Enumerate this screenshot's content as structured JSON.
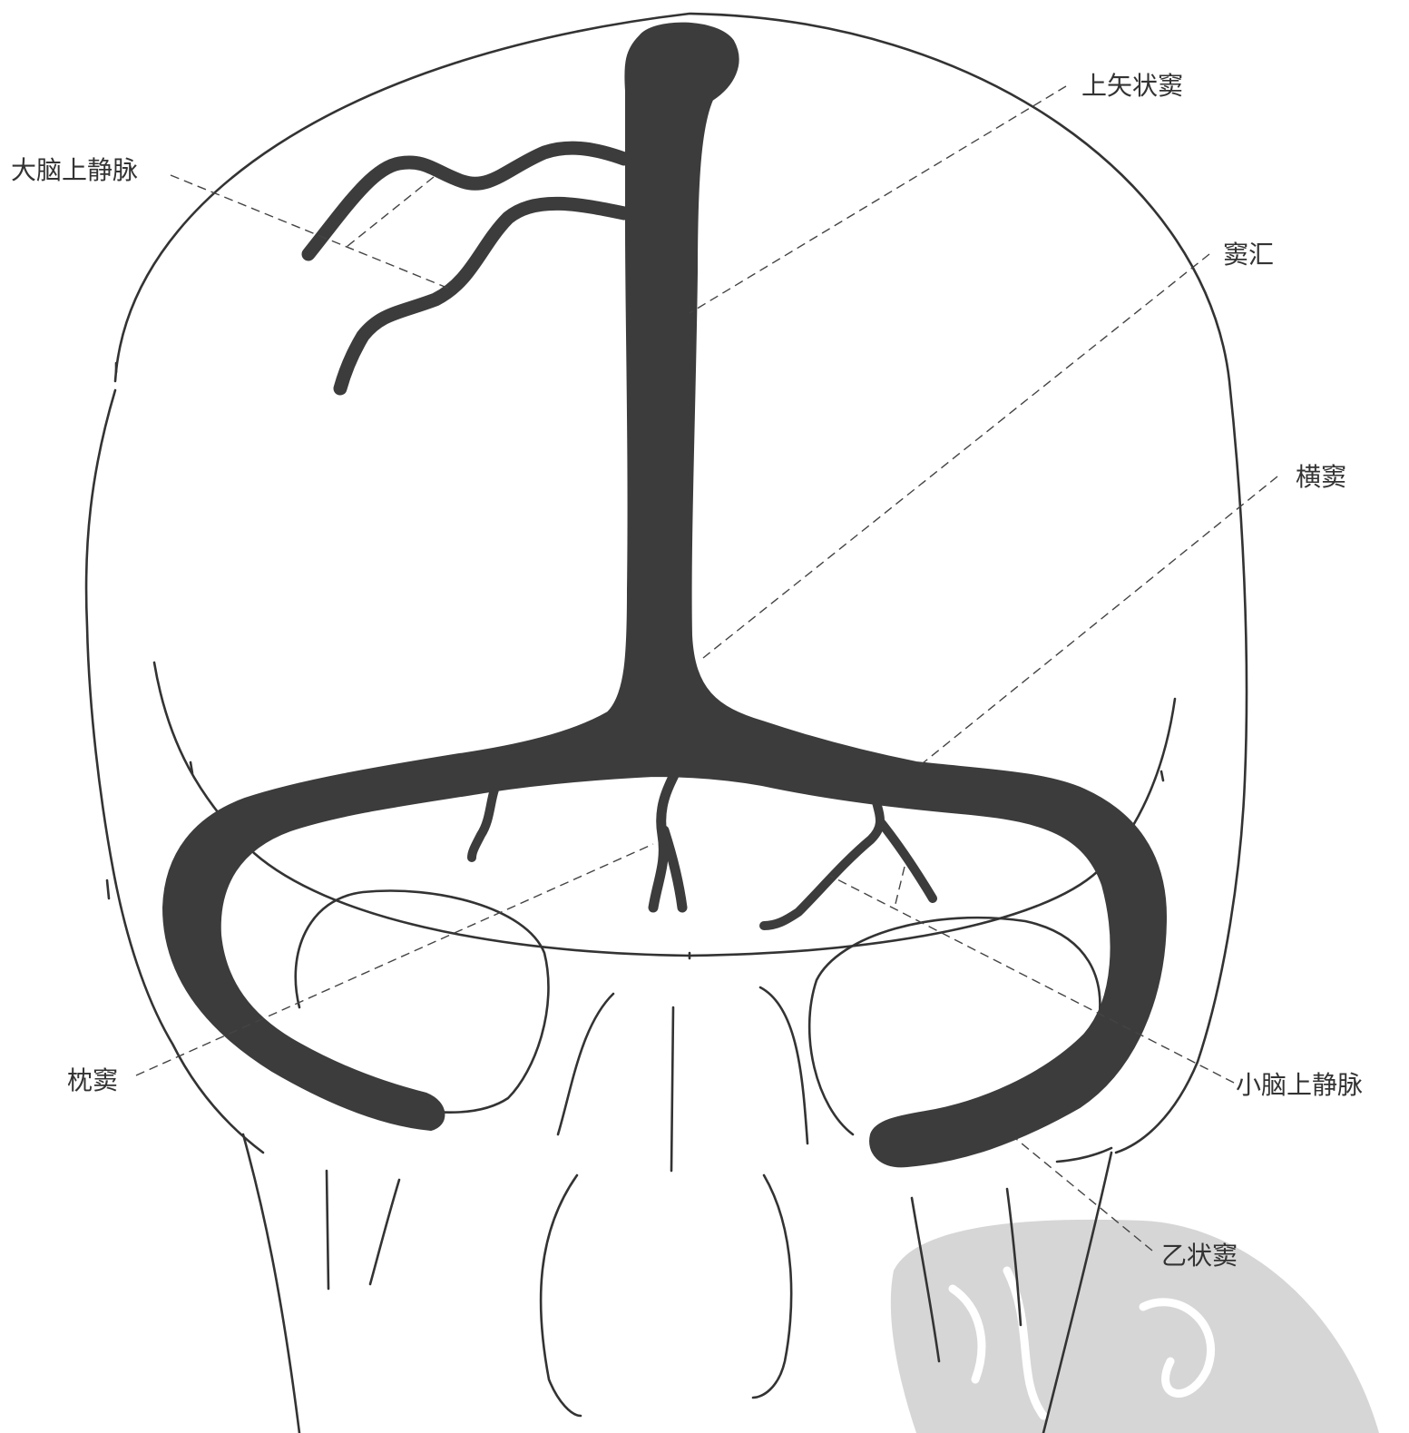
{
  "labels": {
    "superior_sagittal_sinus": "上矢状窦",
    "superior_cerebral_veins": "大脑上静脉",
    "confluence_of_sinuses": "窦汇",
    "transverse_sinus": "横窦",
    "occipital_sinus": "枕窦",
    "superior_cerebellar_veins": "小脑上静脉",
    "sigmoid_sinus": "乙状窦"
  },
  "colors": {
    "vessel": "#3c3c3c",
    "outline": "#333333",
    "label": "#333333",
    "watermark": "#d6d6d6"
  }
}
